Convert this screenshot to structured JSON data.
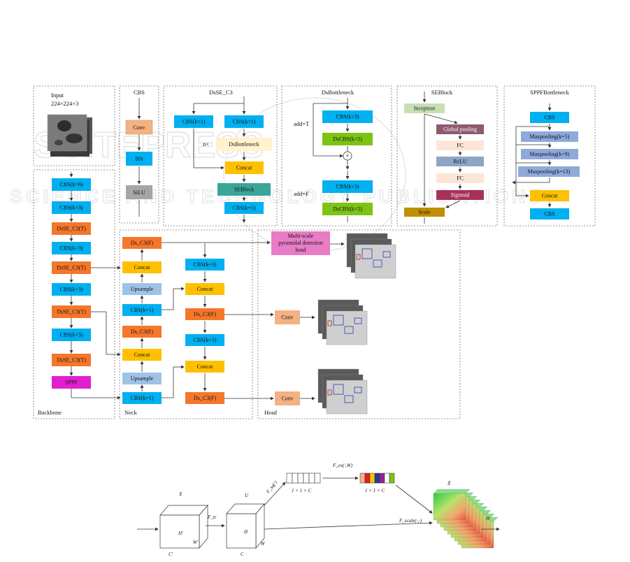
{
  "watermark": {
    "line1": "SCITEPRESS",
    "line2": "SCIENCE AND TECHNOLOGY PUBLICATIONS"
  },
  "panels": {
    "input": {
      "title": "Input",
      "size": "224×224×3"
    },
    "cbs": {
      "title": "CBS",
      "blocks": [
        "Conv",
        "BN",
        "SiLU"
      ]
    },
    "dse_c3": {
      "title": "DsSE_C3",
      "left_block": "CBS(k=1)",
      "right_block": "CBS(k=1)",
      "repeat": "n×",
      "bottleneck": "DsBottleneck",
      "concat": "Concat",
      "seblock": "SEBlock",
      "out_block": "CBS(k=1)"
    },
    "dsbottleneck": {
      "title": "DsBottleneck",
      "add_t": "add=T",
      "add_f": "add=F",
      "blocks_t": [
        "CBS(k=3)",
        "DsCBS(k=5)"
      ],
      "blocks_f": [
        "CBS(k=3)",
        "DsCBS(k=5)"
      ],
      "plus": "+"
    },
    "seblock": {
      "title": "SEBlock",
      "inception": "Inception",
      "blocks": [
        "Global pooling",
        "FC",
        "ReLU",
        "FC",
        "Sigmoid"
      ],
      "scale": "Scale"
    },
    "sppf": {
      "title": "SPPFBottleneck",
      "blocks": [
        "CBS",
        "Maxpooling(k=5)",
        "Maxpooling(k=9)",
        "Maxpooling(k=13)",
        "Concat",
        "CBS"
      ]
    },
    "backbone": {
      "title": "Backbone",
      "blocks": [
        "CBS(k=6)",
        "CBS(k=3)",
        "DsSE_C3(T)",
        "CBS(k=3)",
        "DsSE_C3(T)",
        "CBS(k=3)",
        "DsSE_C3(T)",
        "CBS(k=3)",
        "DsSE_C3(T)",
        "SPPF"
      ]
    },
    "neck": {
      "title": "Neck",
      "left_col": [
        "Ds_C3(F)",
        "Concat",
        "Upsample",
        "CBS(k=1)",
        "Ds_C3(F)",
        "Concat",
        "Upsample",
        "CBS(k=1)"
      ],
      "right_col": [
        "CBS(k=3)",
        "Concat",
        "Ds_C3(F)",
        "CBS(k=3)",
        "Concat",
        "Ds_C3(F)"
      ]
    },
    "head": {
      "title": "Head",
      "detect": "Multi-scale pyramidal detection head",
      "conv1": "Conv",
      "conv2": "Conv"
    }
  },
  "se_diagram": {
    "x_label": "X",
    "u_label": "U",
    "xt_label": "X̃",
    "f_tr": "F_tr",
    "f_sq": "F_sq(·)",
    "f_ex": "F_ex(·,W)",
    "f_scale": "F_scale(·,·)",
    "vec1": "1 × 1 × C",
    "vec2": "1 × 1 × C",
    "h_prime": "H′",
    "w_prime": "W′",
    "c_prime": "C′",
    "h": "H",
    "w": "W",
    "c": "C",
    "h_out": "H"
  },
  "colors": {
    "cbs": "#00b0f0",
    "dsse": "#f4772b",
    "concat": "#ffc000",
    "upsample": "#9dc3e6",
    "sppf": "#e020d0",
    "dscbs": "#7cc414",
    "seblock": "#3aa59a",
    "inception": "#c6e0b4",
    "globalpool": "#8e5a6e",
    "fc": "#fde6d8",
    "relu": "#8da6c4",
    "sigmoid": "#a83157",
    "scale": "#bf9000",
    "conv": "#f4b183",
    "bn": "#00b0f0",
    "silu": "#a6a6a6",
    "bottleneck": "#fff2cc",
    "detect": "#e87cc6",
    "maxpool": "#8eaadb"
  }
}
